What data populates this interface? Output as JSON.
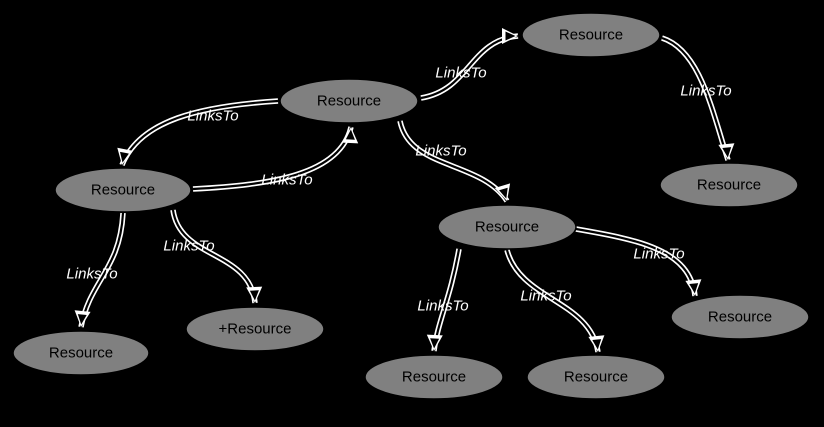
{
  "colors": {
    "background": "#000000",
    "node_fill": "#808080",
    "node_border": "#000000",
    "edge_outline": "#ffffff",
    "edge_core": "#000000",
    "edge_label": "#ffffff"
  },
  "nodes": [
    {
      "id": "n1",
      "label": "Resource"
    },
    {
      "id": "n2",
      "label": "Resource"
    },
    {
      "id": "n3",
      "label": "Resource"
    },
    {
      "id": "n4",
      "label": "Resource"
    },
    {
      "id": "n5",
      "label": "Resource"
    },
    {
      "id": "n6",
      "label": "Resource"
    },
    {
      "id": "n7",
      "label": "+Resource"
    },
    {
      "id": "n8",
      "label": "Resource"
    },
    {
      "id": "n9",
      "label": "Resource"
    },
    {
      "id": "n10",
      "label": "Resource"
    }
  ],
  "edges": [
    {
      "id": "e1",
      "from": "n1",
      "to": "n2",
      "label": "LinksTo"
    },
    {
      "id": "e2",
      "from": "n2",
      "to": "n3",
      "label": "LinksTo"
    },
    {
      "id": "e3",
      "from": "n1",
      "to": "n4",
      "label": "LinksTo"
    },
    {
      "id": "e4",
      "from": "n4",
      "to": "n1",
      "label": "LinksTo"
    },
    {
      "id": "e5",
      "from": "n1",
      "to": "n5",
      "label": "LinksTo"
    },
    {
      "id": "e6",
      "from": "n4",
      "to": "n6",
      "label": "LinksTo"
    },
    {
      "id": "e7",
      "from": "n4",
      "to": "n7",
      "label": "LinksTo"
    },
    {
      "id": "e8",
      "from": "n5",
      "to": "n8",
      "label": "LinksTo"
    },
    {
      "id": "e9",
      "from": "n5",
      "to": "n9",
      "label": "LinksTo"
    },
    {
      "id": "e10",
      "from": "n5",
      "to": "n10",
      "label": "LinksTo"
    }
  ]
}
